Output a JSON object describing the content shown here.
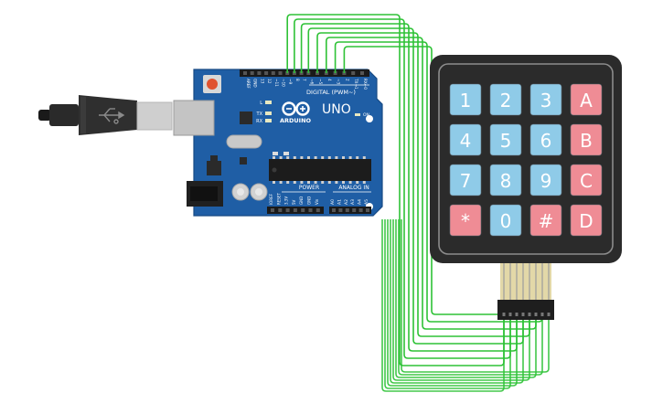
{
  "board": {
    "brand": "ARDUINO",
    "model": "UNO",
    "digital_label": "DIGITAL (PWM~)",
    "power_label": "POWER",
    "analog_label": "ANALOG IN",
    "on_label": "ON",
    "led_labels": [
      "L",
      "TX",
      "RX"
    ],
    "digital_pins": [
      "AREF",
      "GND",
      "13",
      "12",
      "~11",
      "~10",
      "~9",
      "8",
      "7",
      "~6",
      "~5",
      "4",
      "~3",
      "2",
      "TX→1",
      "RX←0"
    ],
    "power_pins": [
      "IOREF",
      "RESET",
      "3.3V",
      "5V",
      "GND",
      "GND",
      "Vin"
    ],
    "analog_pins": [
      "A0",
      "A1",
      "A2",
      "A3",
      "A4",
      "A5"
    ]
  },
  "keypad": {
    "keys": [
      {
        "label": "1",
        "kind": "digit"
      },
      {
        "label": "2",
        "kind": "digit"
      },
      {
        "label": "3",
        "kind": "digit"
      },
      {
        "label": "A",
        "kind": "letter"
      },
      {
        "label": "4",
        "kind": "digit"
      },
      {
        "label": "5",
        "kind": "digit"
      },
      {
        "label": "6",
        "kind": "digit"
      },
      {
        "label": "B",
        "kind": "letter"
      },
      {
        "label": "7",
        "kind": "digit"
      },
      {
        "label": "8",
        "kind": "digit"
      },
      {
        "label": "9",
        "kind": "digit"
      },
      {
        "label": "C",
        "kind": "letter"
      },
      {
        "label": "*",
        "kind": "letter"
      },
      {
        "label": "0",
        "kind": "digit"
      },
      {
        "label": "#",
        "kind": "letter"
      },
      {
        "label": "D",
        "kind": "letter"
      }
    ]
  },
  "colors": {
    "board": "#1f5ea5",
    "board_edge": "#174a84",
    "wire": "#2ec236",
    "key_digit": "#8fcbe8",
    "key_letter": "#ef8c95",
    "keypad_body": "#2b2b2b",
    "reset_button": "#e0522f"
  }
}
